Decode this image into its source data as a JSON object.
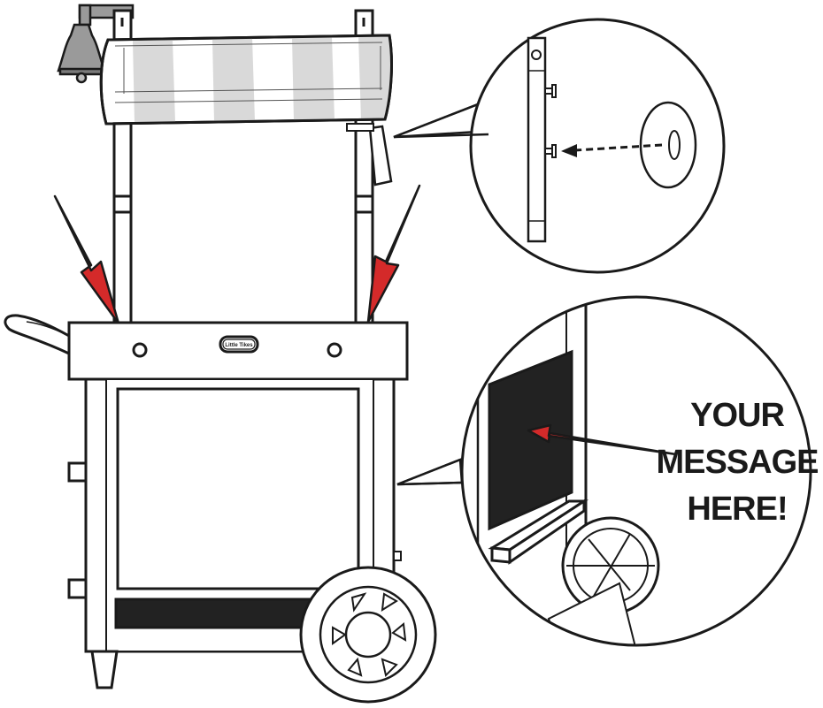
{
  "callout": {
    "message_lines": [
      "YOUR",
      "MESSAGE",
      "HERE!"
    ]
  },
  "cart": {
    "logo_text": "Little Tikes"
  },
  "colors": {
    "outline": "#1a1a1a",
    "arrow_red": "#d42a2a",
    "canopy_stripe": "#d9d9d9",
    "panel_dark": "#222222",
    "background": "#ffffff"
  },
  "icons": [
    "bell-icon",
    "red-arrow-icon",
    "dashed-arrow-icon"
  ]
}
